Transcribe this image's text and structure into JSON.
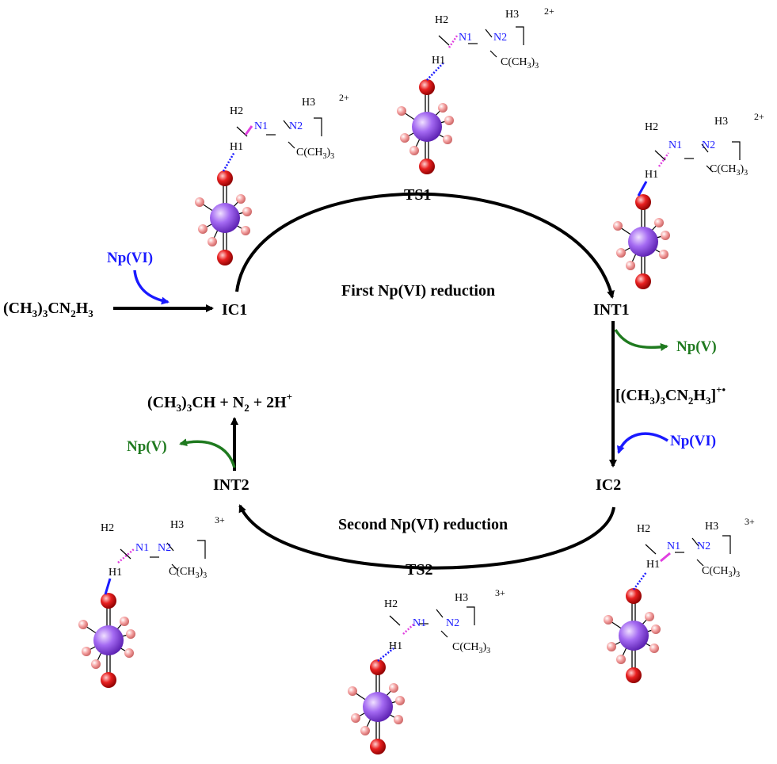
{
  "colors": {
    "black": "#000000",
    "blue": "#1a1aff",
    "green": "#1f7a1f",
    "magenta": "#e040e0",
    "np_atom": "#9b59f0",
    "o_atom": "#e02020",
    "h_atom": "#f08080"
  },
  "states": {
    "ic1": "IC1",
    "ts1": "TS1",
    "int1": "INT1",
    "ic2": "IC2",
    "ts2": "TS2",
    "int2": "INT2"
  },
  "labels": {
    "first_reduction": "First Np(VI) reduction",
    "second_reduction": "Second Np(VI) reduction",
    "np_vi": "Np(VI)",
    "np_v": "Np(V)",
    "reactant": {
      "a": "(CH",
      "b": "3",
      "c": ")",
      "d": "3",
      "e": "CN",
      "f": "2",
      "g": "H",
      "h": "3"
    },
    "radical": {
      "a": "[(CH",
      "b": "3",
      "c": ")",
      "d": "3",
      "e": "CN",
      "f": "2",
      "g": "H",
      "h": "3",
      "i": "]",
      "j": "+•"
    },
    "products": {
      "a": "(CH",
      "b": "3",
      "c": ")",
      "d": "3",
      "e": "CH + N",
      "f": "2",
      "g": " + 2H",
      "h": "+"
    }
  },
  "molecule": {
    "n1": "N1",
    "n2": "N2",
    "h1": "H1",
    "h2": "H2",
    "h3": "H3",
    "sub": {
      "a": "C(CH",
      "b": "3",
      "c": ")",
      "d": "3"
    },
    "charge_2": "2+",
    "charge_3": "3+"
  }
}
